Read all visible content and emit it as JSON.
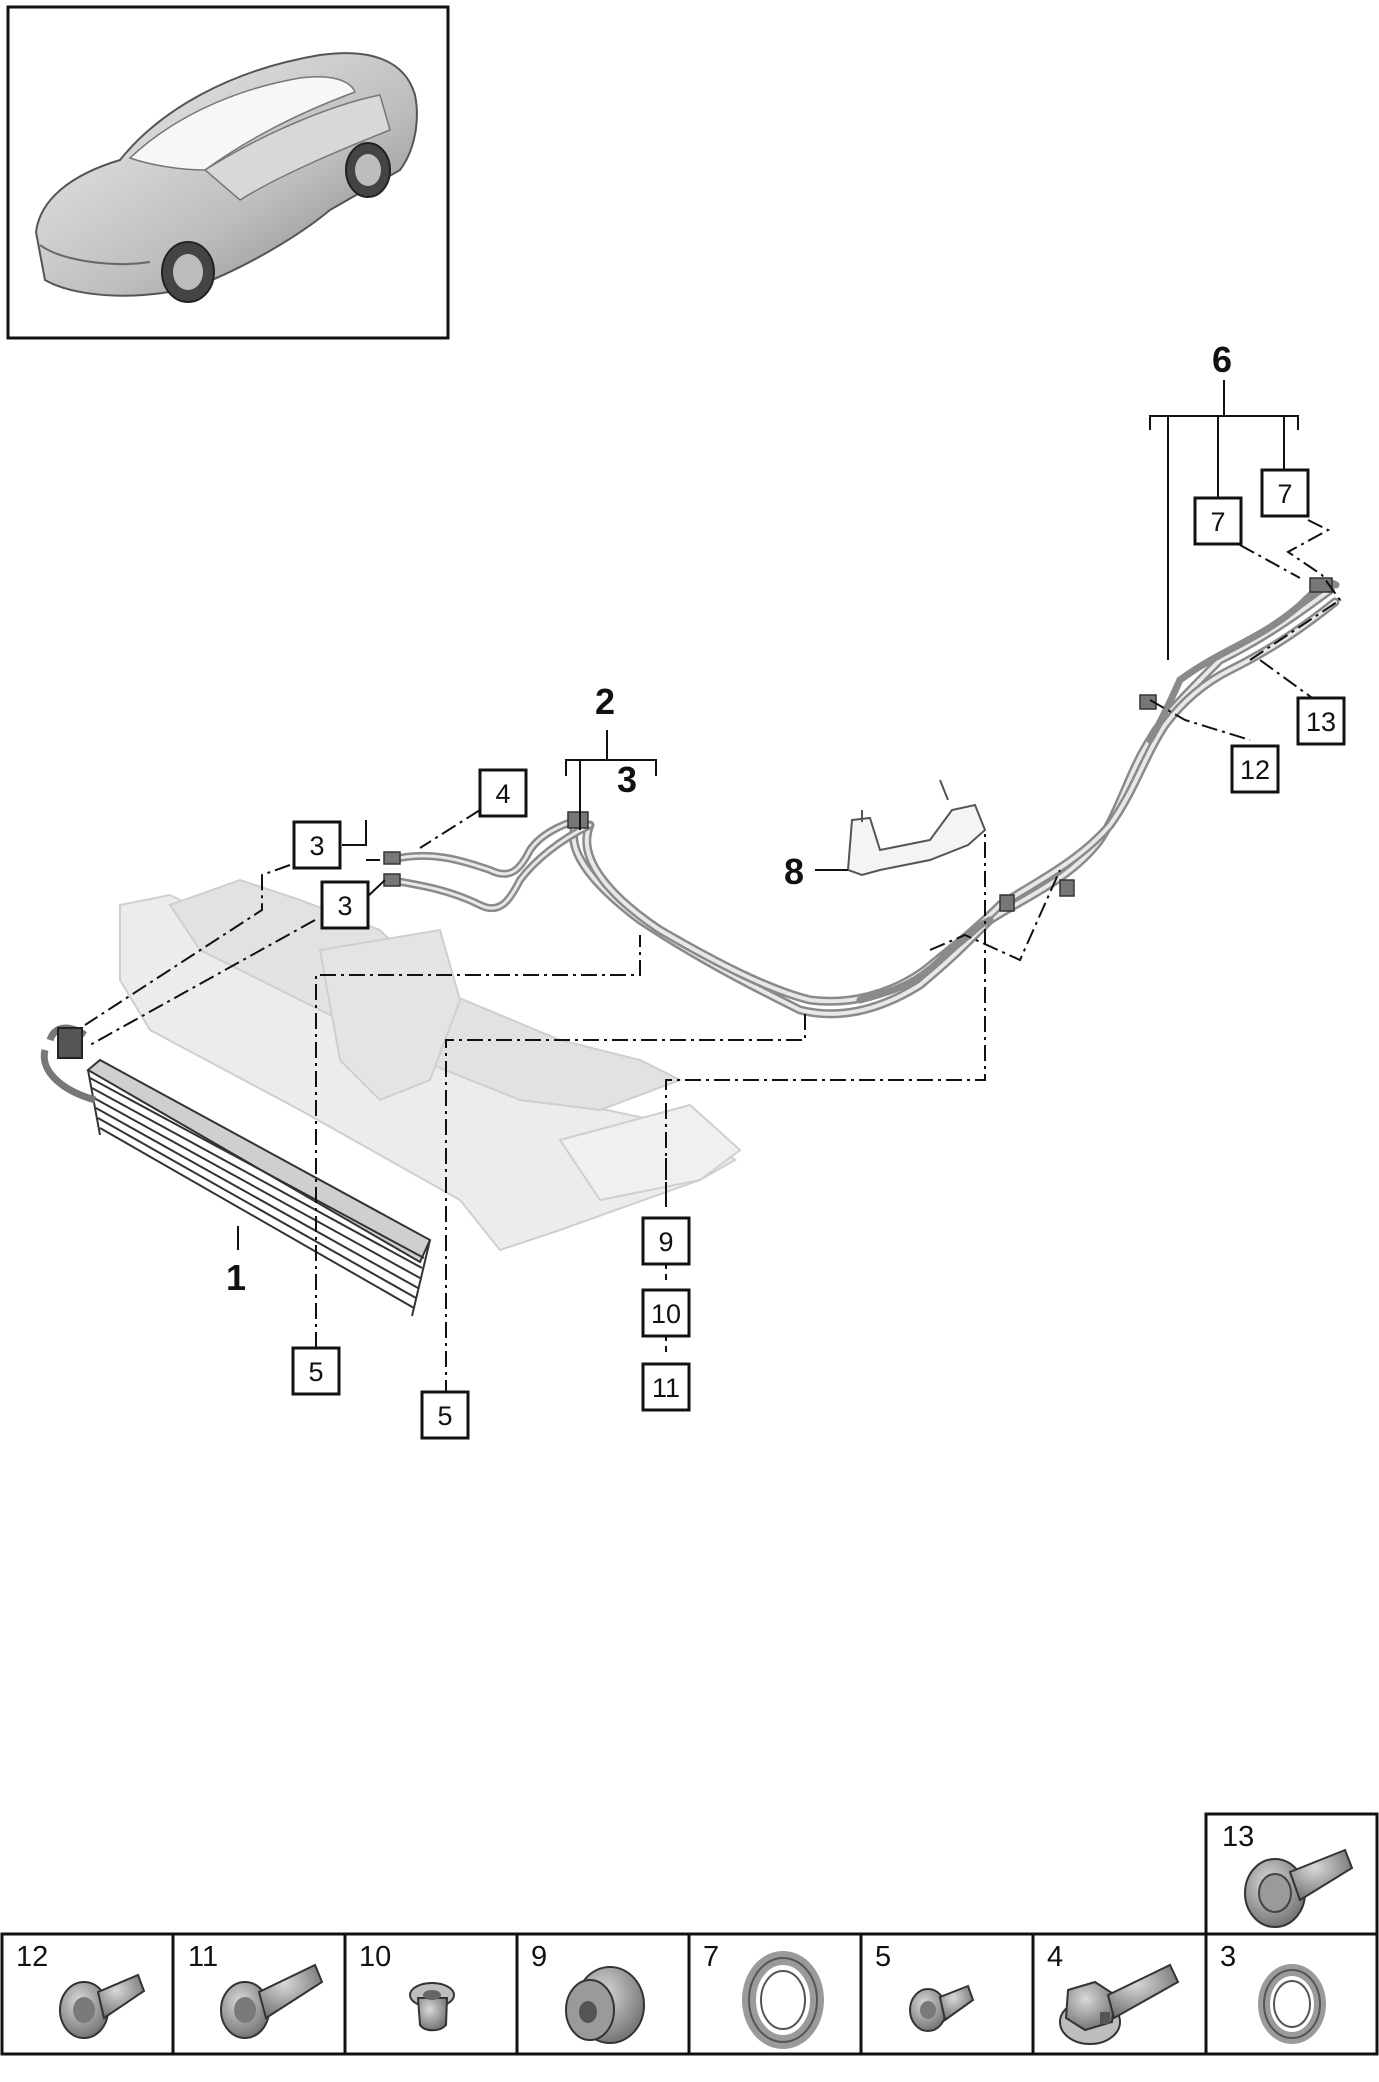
{
  "parts": {
    "p1": "1",
    "p2": "2",
    "p3": "3",
    "p6": "6",
    "p8": "8"
  },
  "callouts": {
    "c3a": "3",
    "c3b": "3",
    "c4": "4",
    "c5a": "5",
    "c5b": "5",
    "c7a": "7",
    "c7b": "7",
    "c9": "9",
    "c10": "10",
    "c11": "11",
    "c12": "12",
    "c13": "13"
  },
  "table": {
    "top": "13",
    "bottom": [
      "12",
      "11",
      "10",
      "9",
      "7",
      "5",
      "4",
      "3"
    ]
  },
  "colors": {
    "line": "#111111",
    "pipe": "#8a8a8a",
    "pipe_light": "#c8c8c8",
    "frame": "#e6e6e6",
    "frame_edge": "#cfcfcf",
    "part_fill": "#9a9a9a"
  }
}
